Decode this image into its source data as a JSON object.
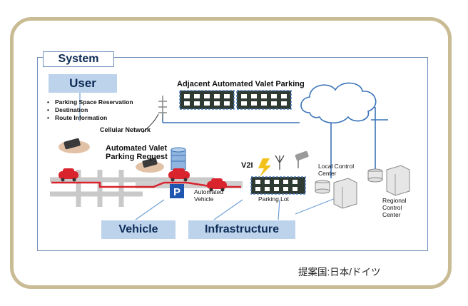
{
  "labels": {
    "system": "System",
    "user": "User",
    "vehicle": "Vehicle",
    "infrastructure": "Infrastructure"
  },
  "user_services": [
    "Parking Space Reservation",
    "Destination",
    "Route Information"
  ],
  "network": {
    "cellular": "Cellular Network",
    "v2i": "V2I"
  },
  "avp_request": "Automated Valet Parking Request",
  "adjacent_avp": "Adjacent Automated Valet Parking",
  "automated_vehicle": "Automated Vehicle",
  "parking_lot": "Parking Lot",
  "local_control_center": "Local Control Center",
  "regional_control_center": "Regional Control Center",
  "footer_note": "提案国:日本/ドイツ",
  "colors": {
    "frame": "#c9bb94",
    "label_fill": "#bdd3ec",
    "route": "#d9232d",
    "connector": "#3a73b8"
  }
}
